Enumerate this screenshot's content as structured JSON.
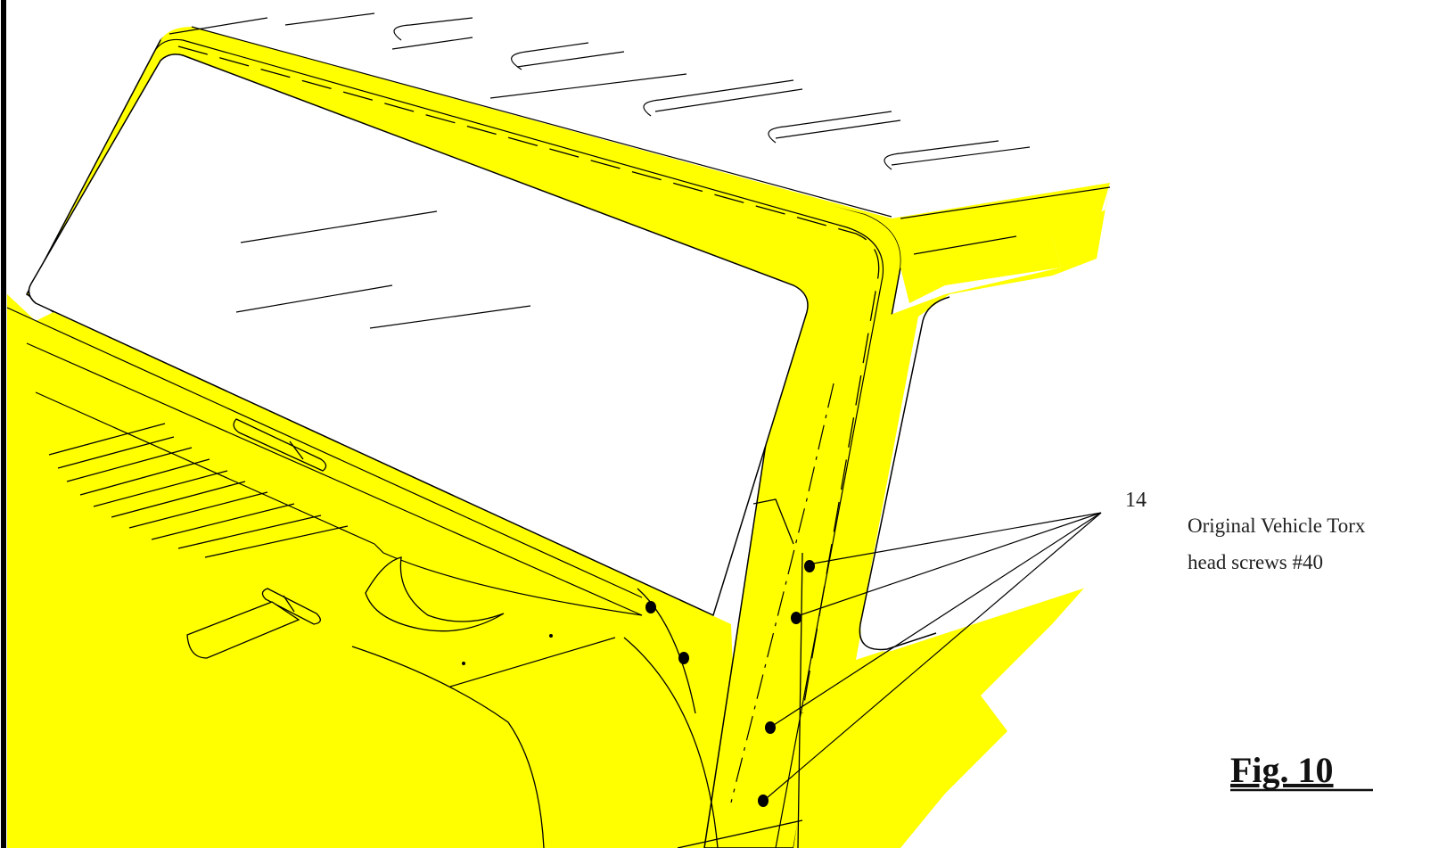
{
  "figure": {
    "label": "Fig. 10"
  },
  "callout": {
    "number": "14",
    "description_line1": "Original Vehicle Torx",
    "description_line2": "head screws #40"
  },
  "colors": {
    "body_fill": "#ffff00",
    "outline": "#000000",
    "glass": "#ffffff",
    "frame_border": "#000000"
  },
  "icons": {
    "screw": "torx-screw-dot"
  }
}
